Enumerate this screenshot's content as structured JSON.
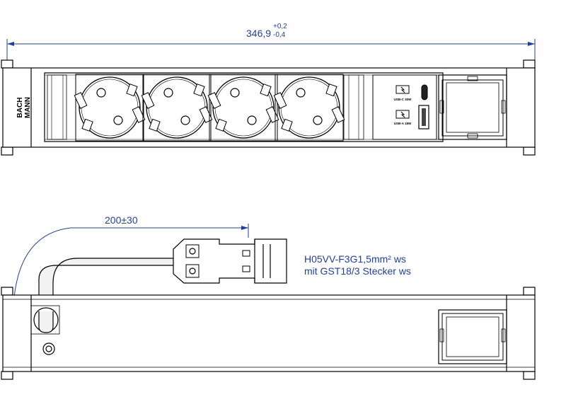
{
  "dimensions": {
    "length_main": "346,9",
    "tol_upper": "+0,2",
    "tol_lower": "-0,4",
    "cable_length": "200±30"
  },
  "brand": {
    "name_line1": "BACH",
    "name_line2": "MANN"
  },
  "modules": {
    "usb_c_label": "USB-C 30W",
    "usb_a_label": "USB-A 18W"
  },
  "cable": {
    "spec_line1": "H05VV-F3G1,5mm² ws",
    "spec_line2": "mit GST18/3  Stecker ws"
  },
  "colors": {
    "line": "#000000",
    "dimension": "#1e3fa8",
    "housing": "#f4f4f4"
  }
}
